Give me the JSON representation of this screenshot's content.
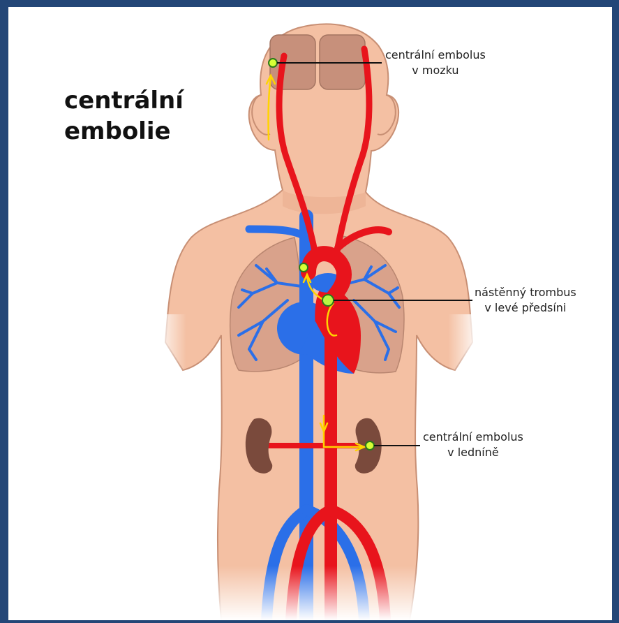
{
  "title_lines": [
    "centrální",
    "embolie"
  ],
  "labels": {
    "brain": [
      "centrální embolus",
      "v mozku"
    ],
    "heart": [
      "nástěnný trombus",
      "v levé předsíni"
    ],
    "kidney": [
      "centrální embolus",
      "v ledníně"
    ]
  },
  "colors": {
    "frame": "#234677",
    "skin": "#f4c0a3",
    "skin_outline": "#c88f74",
    "artery": "#e8141c",
    "vein": "#2b6fe8",
    "lungs": "#d9a28b",
    "kidney": "#7a4a3c",
    "embolus": "#d7ff36",
    "path_arrow": "#ffd400"
  }
}
